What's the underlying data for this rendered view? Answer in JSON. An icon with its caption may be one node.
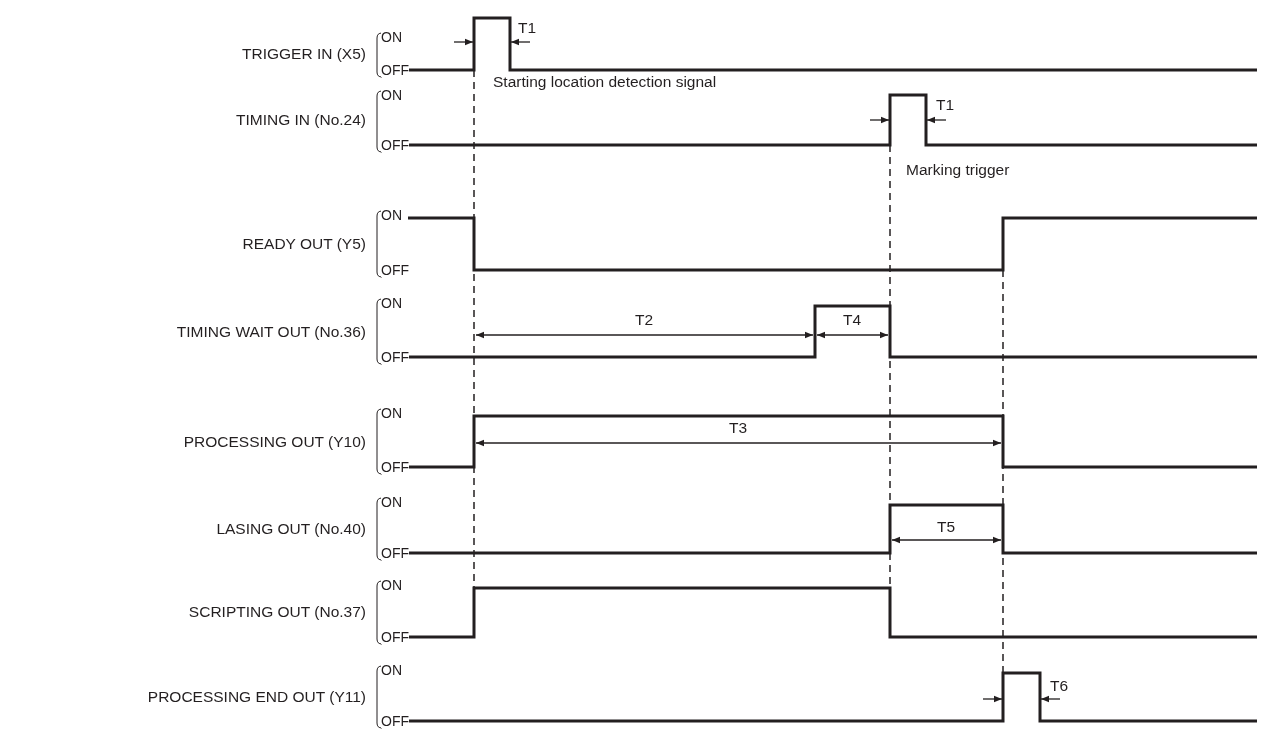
{
  "diagram": {
    "labels": [
      "TRIGGER IN (X5)",
      "ON",
      "OFF",
      "T1",
      "Starting location detection signal",
      "TIMING IN (No.24)",
      "ON",
      "OFF",
      "T1",
      "Marking trigger",
      "READY OUT (Y5)",
      "ON",
      "OFF",
      "TIMING WAIT OUT (No.36)",
      "ON",
      "OFF",
      "T2",
      "T4",
      "PROCESSING OUT (Y10)",
      "ON",
      "OFF",
      "T3",
      "LASING OUT (No.40)",
      "ON",
      "OFF",
      "T5",
      "SCRIPTING OUT (No.37)",
      "ON",
      "OFF",
      "PROCESSING END OUT (Y11)",
      "ON",
      "OFF",
      "T6"
    ]
  }
}
